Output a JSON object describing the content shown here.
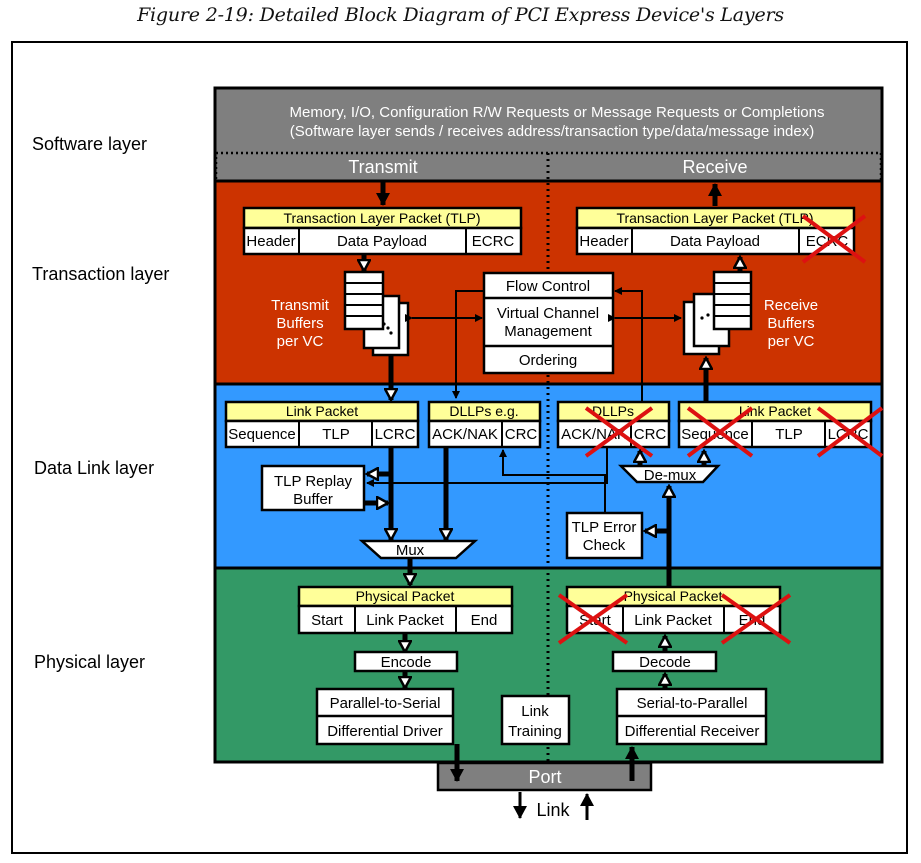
{
  "caption": "Figure 2-19: Detailed Block Diagram of PCI Express Device's Layers",
  "colors": {
    "software": "#7f7f7f",
    "transaction": "#cc3300",
    "data_link": "#3399ff",
    "physical": "#339966",
    "packet_header": "#ffff99",
    "strike": "#dd1111"
  },
  "layers": {
    "software": "Software layer",
    "transaction": "Transaction layer",
    "data_link": "Data Link layer",
    "physical": "Physical layer"
  },
  "software": {
    "line1": "Memory, I/O, Configuration R/W Requests or Message Requests or Completions",
    "line2": "(Software layer sends / receives address/transaction type/data/message index)",
    "transmit": "Transmit",
    "receive": "Receive"
  },
  "transaction": {
    "tx_tlp": {
      "title": "Transaction Layer Packet (TLP)",
      "fields": [
        "Header",
        "Data Payload",
        "ECRC"
      ]
    },
    "rx_tlp": {
      "title": "Transaction Layer Packet (TLP)",
      "fields": [
        "Header",
        "Data Payload",
        "ECRC"
      ],
      "stripped": [
        "ECRC"
      ]
    },
    "tx_buffers": [
      "Transmit",
      "Buffers",
      "per VC"
    ],
    "rx_buffers": [
      "Receive",
      "Buffers",
      "per VC"
    ],
    "control": {
      "flow_control": "Flow Control",
      "vc_mgmt": [
        "Virtual Channel",
        "Management"
      ],
      "ordering": "Ordering"
    }
  },
  "data_link": {
    "tx_link_packet": {
      "title": "Link Packet",
      "fields": [
        "Sequence",
        "TLP",
        "LCRC"
      ]
    },
    "tx_dllp": {
      "title": "DLLPs e.g.",
      "fields": [
        "ACK/NAK",
        "CRC"
      ]
    },
    "rx_dllp": {
      "title": "DLLPs",
      "fields": [
        "ACK/NAK",
        "CRC"
      ],
      "stripped": true
    },
    "rx_link_packet": {
      "title": "Link Packet",
      "fields": [
        "Sequence",
        "TLP",
        "LCRC"
      ],
      "stripped": [
        "Sequence",
        "LCRC"
      ]
    },
    "replay_buffer": [
      "TLP Replay",
      "Buffer"
    ],
    "mux": "Mux",
    "demux": "De-mux",
    "error_check": [
      "TLP Error",
      "Check"
    ]
  },
  "physical": {
    "tx_packet": {
      "title": "Physical Packet",
      "fields": [
        "Start",
        "Link Packet",
        "End"
      ]
    },
    "rx_packet": {
      "title": "Physical Packet",
      "fields": [
        "Start",
        "Link Packet",
        "End"
      ],
      "stripped": [
        "Start",
        "End"
      ]
    },
    "encode": "Encode",
    "decode": "Decode",
    "tx_serdes": [
      "Parallel-to-Serial",
      "Differential Driver"
    ],
    "rx_serdes": [
      "Serial-to-Parallel",
      "Differential Receiver"
    ],
    "link_training": [
      "Link",
      "Training"
    ],
    "port": "Port",
    "link": "Link"
  }
}
